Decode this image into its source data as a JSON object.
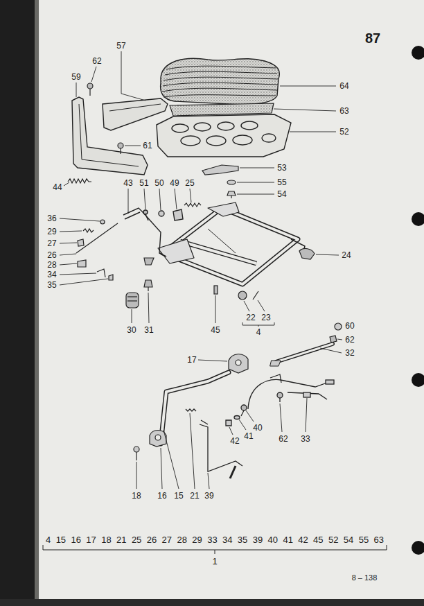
{
  "diagram": {
    "labels": [
      "87",
      "57",
      "62",
      "59",
      "64",
      "63",
      "52",
      "61",
      "53",
      "55",
      "44",
      "43",
      "51",
      "50",
      "49",
      "25",
      "54",
      "36",
      "29",
      "27",
      "26",
      "28",
      "34",
      "35",
      "24",
      "30",
      "31",
      "45",
      "22",
      "23",
      "4",
      "60",
      "62",
      "32",
      "17",
      "40",
      "41",
      "42",
      "62",
      "33",
      "18",
      "16",
      "15",
      "21",
      "39",
      "4 15 16 17 18 21 25 26 27 28 29 33 34 35 39 40 41 42 45 52 54 55 63",
      "1",
      "8 – 138"
    ]
  }
}
